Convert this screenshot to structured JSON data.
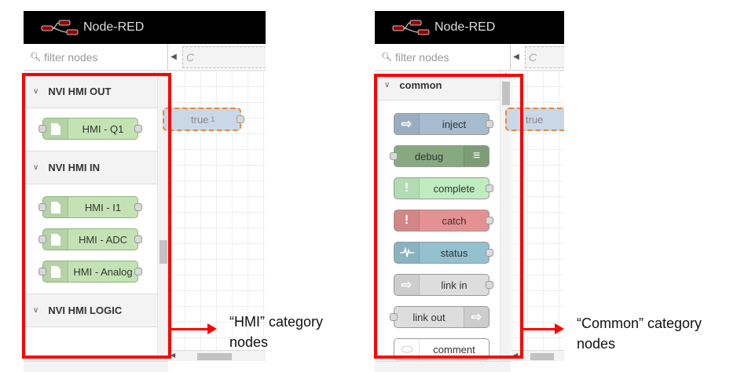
{
  "app_title": "Node-RED",
  "left_panel": {
    "filter_placeholder": "filter nodes",
    "workspace_tab": "C",
    "flow_node_label": "true",
    "flow_node_badge": "1",
    "categories": [
      {
        "name": "NVI HMI OUT",
        "nodes": [
          {
            "label": "HMI - Q1",
            "icon": "file-icon"
          }
        ]
      },
      {
        "name": "NVI HMI IN",
        "nodes": [
          {
            "label": "HMI - I1",
            "icon": "file-icon"
          },
          {
            "label": "HMI - ADC",
            "icon": "file-icon"
          },
          {
            "label": "HMI - Analog",
            "icon": "file-icon"
          }
        ]
      },
      {
        "name": "NVI HMI LOGIC",
        "nodes": []
      }
    ],
    "annotation": {
      "line1": "“HMI” category",
      "line2": "nodes"
    }
  },
  "right_panel": {
    "filter_placeholder": "filter nodes",
    "workspace_tab": "C",
    "flow_node_label": "true",
    "categories": [
      {
        "name": "common",
        "nodes": [
          {
            "label": "inject",
            "icon": "arrow-right-icon",
            "color": "#a6bbcf"
          },
          {
            "label": "debug",
            "icon": "list-icon",
            "color": "#87a980"
          },
          {
            "label": "complete",
            "icon": "exclamation-icon",
            "color": "#c0edc0"
          },
          {
            "label": "catch",
            "icon": "exclamation-icon",
            "color": "#e49191"
          },
          {
            "label": "status",
            "icon": "pulse-icon",
            "color": "#94c1d0"
          },
          {
            "label": "link in",
            "icon": "link-in-icon",
            "color": "#dddddd"
          },
          {
            "label": "link out",
            "icon": "link-out-icon",
            "color": "#dddddd"
          },
          {
            "label": "comment",
            "icon": "comment-icon",
            "color": "#ffffff"
          }
        ]
      }
    ],
    "annotation": {
      "line1": "“Common” category",
      "line2": "nodes"
    }
  },
  "colors": {
    "highlight": "#ff0000",
    "hmi_node": "#c4e3b4",
    "header": "#000000",
    "selection": "#f0862d"
  }
}
